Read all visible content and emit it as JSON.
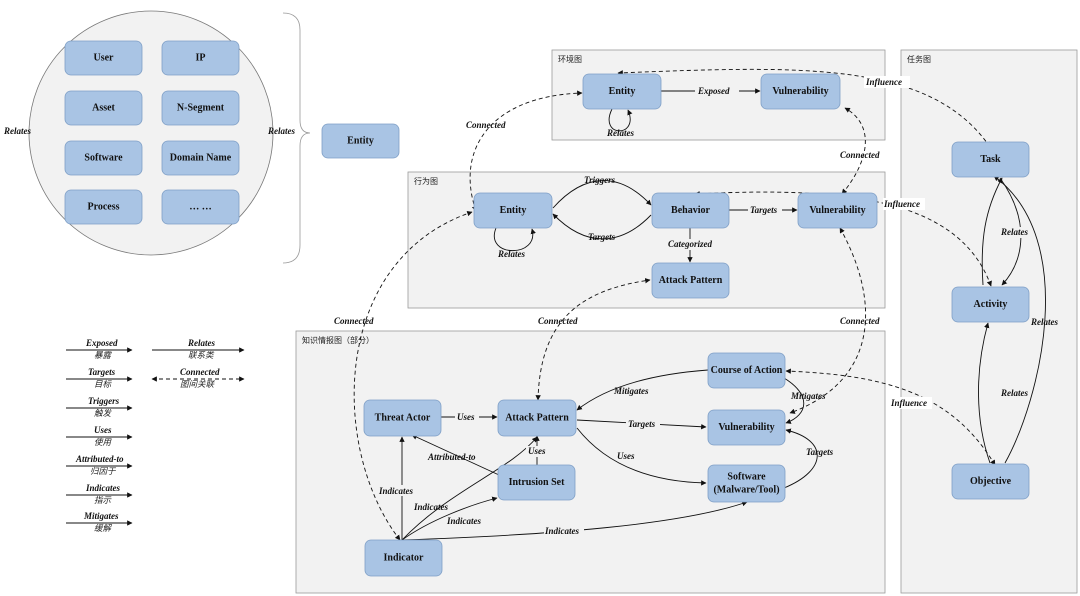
{
  "colors": {
    "node_fill": "#a9c4e4",
    "node_stroke": "#7f9fc6",
    "panel_fill": "#f2f2f2",
    "panel_stroke": "#9a9a9a",
    "edge": "#111111"
  },
  "entity_group": {
    "items": [
      "User",
      "IP",
      "Asset",
      "N-Segment",
      "Software",
      "Domain Name",
      "Process",
      "… …"
    ],
    "relates_left": "Relates",
    "relates_right": "Relates",
    "entity": "Entity"
  },
  "panels": {
    "env": "环境图",
    "behavior": "行为图",
    "knowledge": "知识情报图（部分）",
    "task": "任务图"
  },
  "nodes": {
    "env_entity": "Entity",
    "env_vuln": "Vulnerability",
    "beh_entity": "Entity",
    "beh_behavior": "Behavior",
    "beh_vuln": "Vulnerability",
    "beh_attack": "Attack Pattern",
    "ki_threat": "Threat Actor",
    "ki_attack": "Attack Pattern",
    "ki_course": "Course of Action",
    "ki_vuln": "Vulnerability",
    "ki_intrusion": "Intrusion Set",
    "ki_software_1": "Software",
    "ki_software_2": "(Malware/Tool)",
    "ki_indicator": "Indicator",
    "task_task": "Task",
    "task_activity": "Activity",
    "task_objective": "Objective"
  },
  "edge_labels": {
    "exposed": "Exposed",
    "env_relates": "Relates",
    "influence_top": "Influence",
    "connected_left_top": "Connected",
    "connected_right_top": "Connected",
    "triggers": "Triggers",
    "targets_back": "Targets",
    "beh_targets": "Targets",
    "categorized": "Categorized",
    "beh_relates": "Relates",
    "influence_mid": "Influence",
    "connected_far_left": "Connected",
    "connected_mid": "Connected",
    "connected_right_mid": "Connected",
    "uses_threat": "Uses",
    "mitigates_attack": "Mitigates",
    "ki_targets": "Targets",
    "ki_uses_soft": "Uses",
    "mitigates_vuln": "Mitigates",
    "attributed_to": "Attributed-to",
    "uses_intrusion": "Uses",
    "targets_soft": "Targets",
    "indicates_threat": "Indicates",
    "indicates_attack": "Indicates",
    "indicates_intrusion": "Indicates",
    "indicates_software": "Indicates",
    "influence_bottom": "Influence",
    "task_relates_1": "Relates",
    "task_relates_2": "Relates",
    "task_relates_3": "Relates"
  },
  "legend": [
    {
      "en": "Exposed",
      "zh": "暴露"
    },
    {
      "en": "Relates",
      "zh": "联系类"
    },
    {
      "en": "Targets",
      "zh": "目标"
    },
    {
      "en": "Connected",
      "zh": "图间关联"
    },
    {
      "en": "Triggers",
      "zh": "触发"
    },
    {
      "en": "Uses",
      "zh": "使用"
    },
    {
      "en": "Attributed-to",
      "zh": "归因于"
    },
    {
      "en": "Indicates",
      "zh": "指示"
    },
    {
      "en": "Mitigates",
      "zh": "缓解"
    }
  ]
}
